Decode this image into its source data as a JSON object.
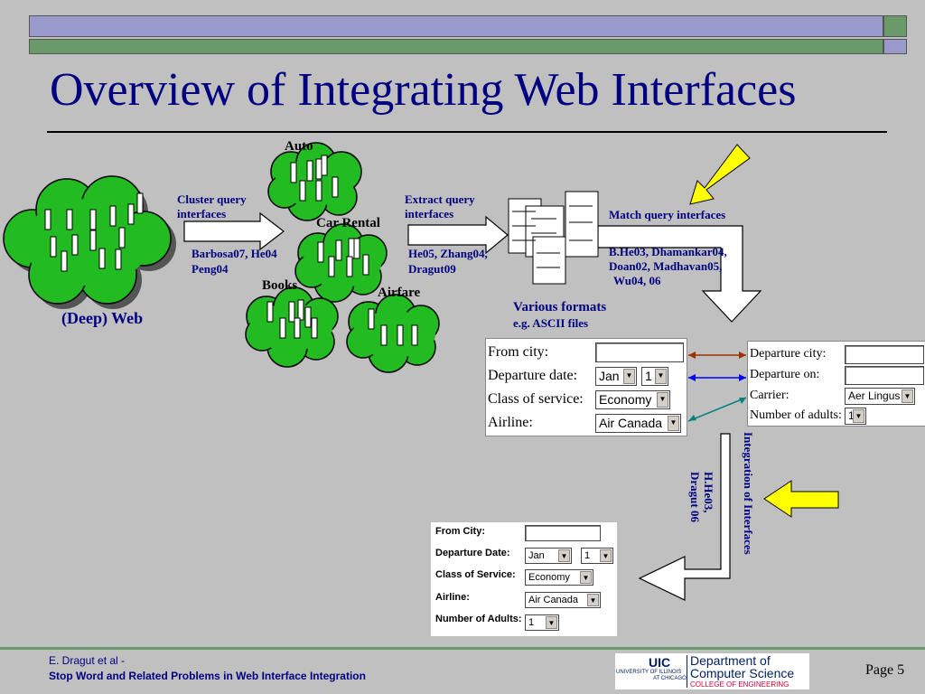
{
  "slide": {
    "title": "Overview of Integrating Web Interfaces",
    "page": "Page 5"
  },
  "clouds": {
    "deep_web": "(Deep) Web",
    "auto": "Auto",
    "car_rental": "Car Rental",
    "books": "Books",
    "airfare": "Airfare"
  },
  "steps": {
    "cluster": {
      "label1": "Cluster query",
      "label2": "interfaces",
      "cite1": "Barbosa07, He04",
      "cite2": "Peng04"
    },
    "extract": {
      "label1": "Extract query",
      "label2": "interfaces",
      "cite1": "He05, Zhang04,",
      "cite2": "Dragut09"
    },
    "match": {
      "label": "Match query interfaces",
      "cite1": "B.He03, Dhamankar04,",
      "cite2": "Doan02, Madhavan05,",
      "cite3": "Wu04, 06"
    },
    "formats": {
      "label1": "Various formats",
      "label2": "e.g. ASCII files"
    },
    "integration": {
      "label": "Integration of Interfaces",
      "cite1": "H.He03,",
      "cite2": "Dragut 06"
    }
  },
  "form_a": {
    "rows": [
      {
        "label": "From city:",
        "value": ""
      },
      {
        "label": "Departure date:",
        "value": "Jan",
        "value2": "1"
      },
      {
        "label": "Class of service:",
        "value": "Economy"
      },
      {
        "label": "Airline:",
        "value": "Air Canada"
      }
    ]
  },
  "form_b": {
    "rows": [
      {
        "label": "Departure city:",
        "value": ""
      },
      {
        "label": "Departure on:",
        "value": ""
      },
      {
        "label": "Carrier:",
        "value": "Aer Lingus"
      },
      {
        "label": "Number of adults:",
        "value": "1"
      }
    ]
  },
  "form_c": {
    "rows": [
      {
        "label": "From City:",
        "value": ""
      },
      {
        "label": "Departure Date:",
        "value": "Jan",
        "value2": "1"
      },
      {
        "label": "Class of Service:",
        "value": "Economy"
      },
      {
        "label": "Airline:",
        "value": "Air Canada"
      },
      {
        "label": "Number of Adults:",
        "value": "1"
      }
    ]
  },
  "footer": {
    "author": "E. Dragut et al -",
    "subtitle": "Stop Word and Related Problems in Web Interface Integration"
  },
  "logo": {
    "uic": "UIC",
    "univ1": "UNIVERSITY OF ILLINOIS",
    "univ2": "AT CHICAGO",
    "dept1": "Department of",
    "dept2": "Computer Science",
    "college": "COLLEGE OF ENGINEERING"
  },
  "colors": {
    "title_blue": "#000080",
    "cloud_green": "#22bb22",
    "arrow_yellow": "#ffff00",
    "link_brown": "#993300",
    "link_blue": "#0000ff",
    "link_teal": "#008080"
  }
}
